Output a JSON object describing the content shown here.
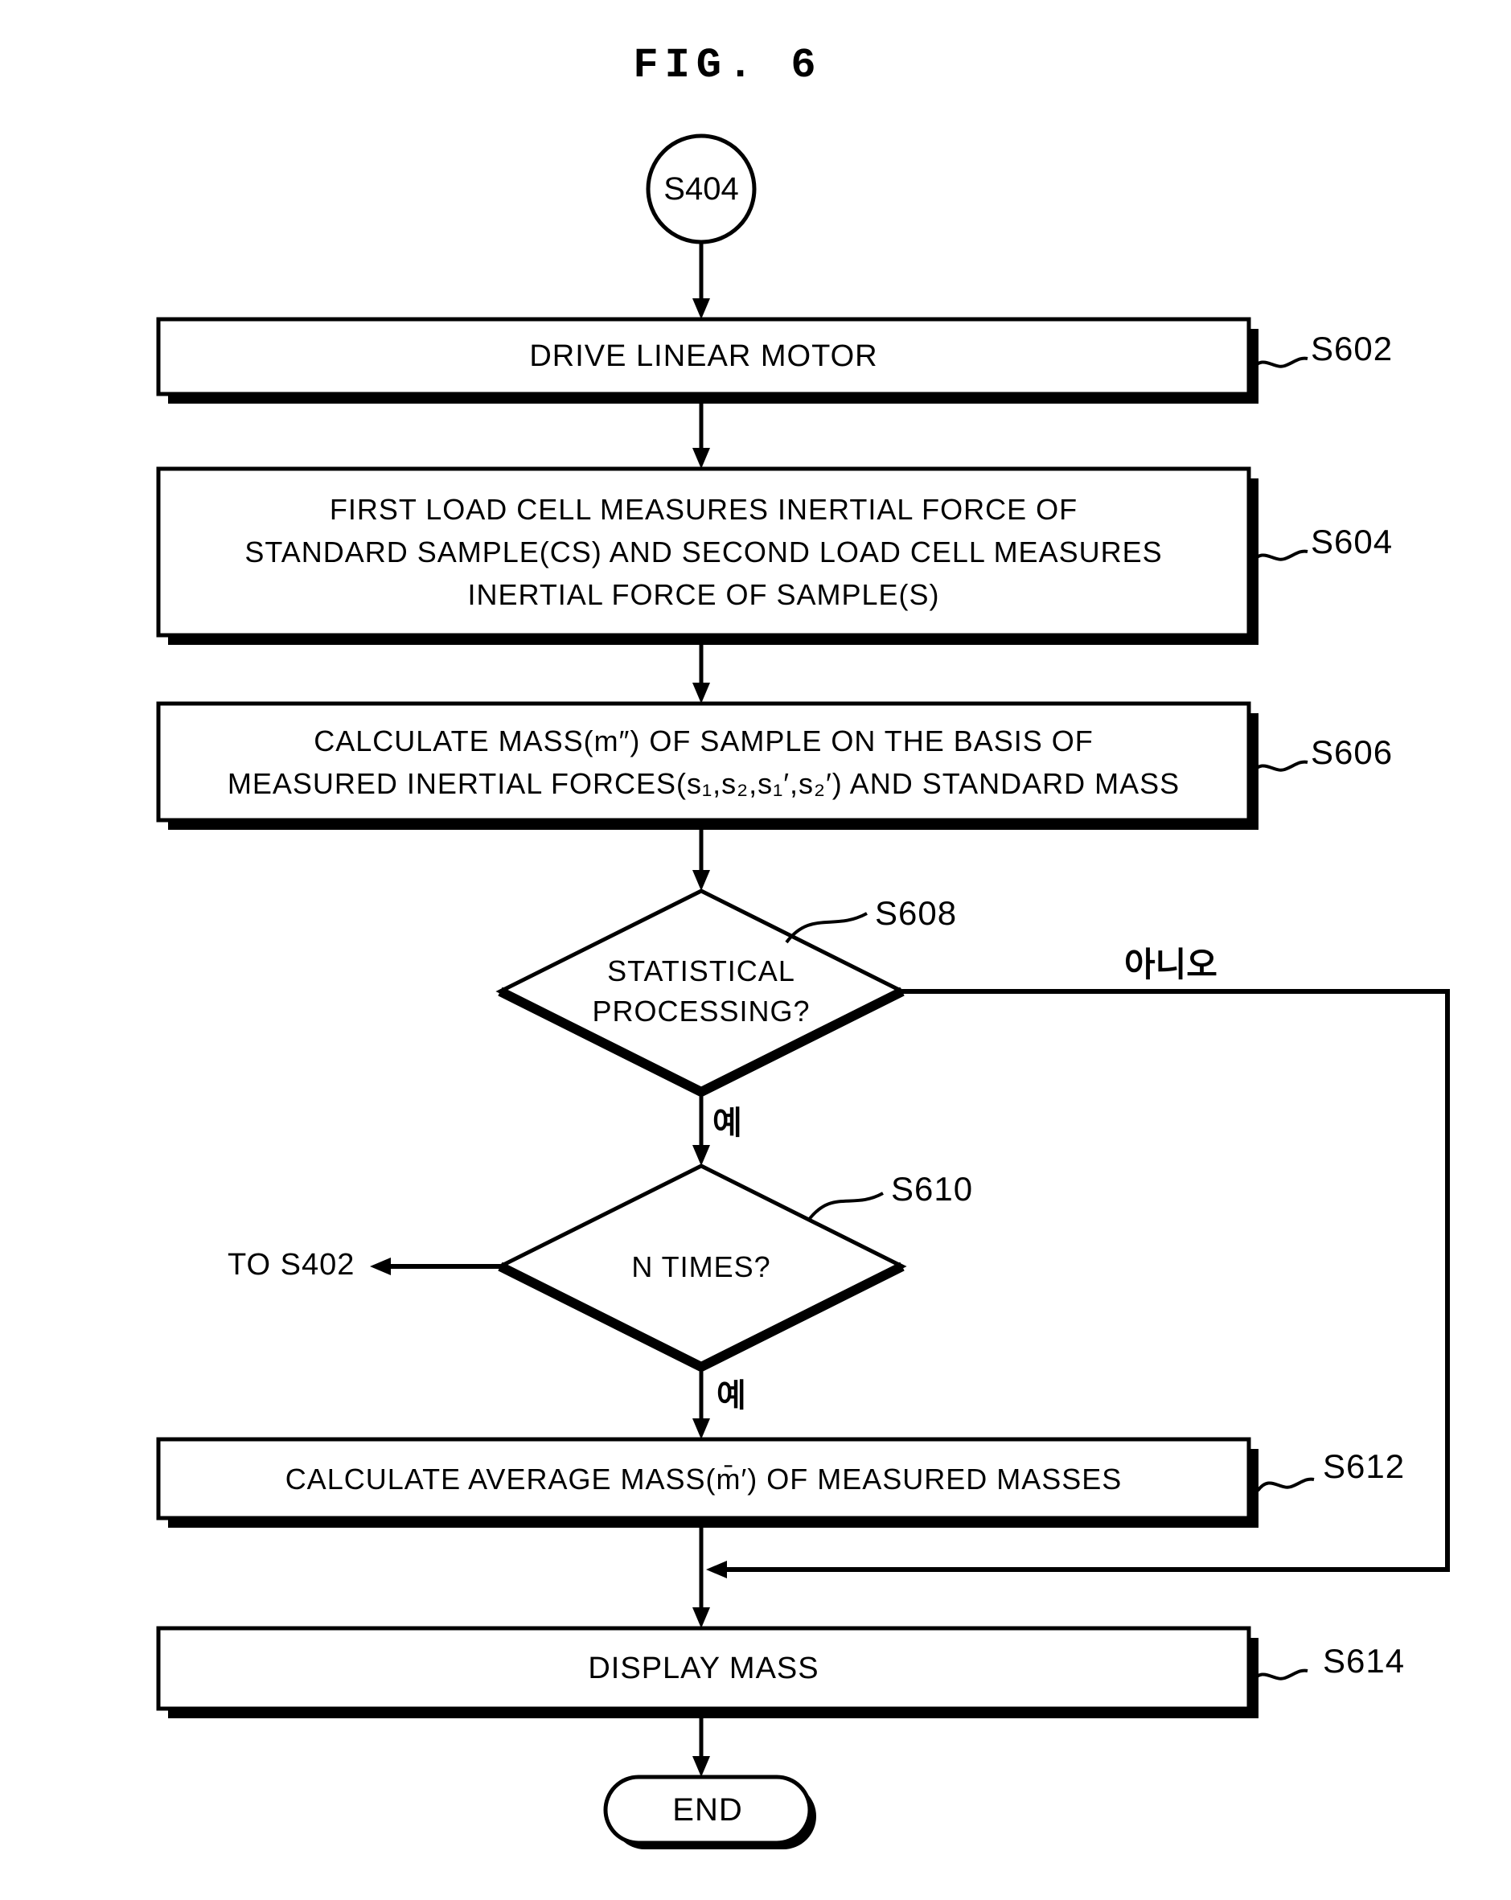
{
  "figure_title": "FIG. 6",
  "start": {
    "label": "S404"
  },
  "steps": {
    "drive_motor": {
      "text": "DRIVE LINEAR MOTOR",
      "ref": "S602"
    },
    "measure": {
      "line1": "FIRST LOAD CELL MEASURES INERTIAL FORCE OF",
      "line2": "STANDARD SAMPLE(CS) AND SECOND LOAD CELL MEASURES",
      "line3": "INERTIAL FORCE OF SAMPLE(S)",
      "ref": "S604"
    },
    "calc_mass": {
      "line1": "CALCULATE MASS(m″) OF SAMPLE ON THE BASIS OF",
      "line2": "MEASURED INERTIAL FORCES(s₁,s₂,s₁′,s₂′) AND STANDARD MASS",
      "ref": "S606"
    },
    "calc_avg": {
      "text": "CALCULATE AVERAGE MASS(m̄′) OF MEASURED MASSES",
      "ref": "S612"
    },
    "display": {
      "text": "DISPLAY MASS",
      "ref": "S614"
    }
  },
  "decisions": {
    "statistical": {
      "line1": "STATISTICAL",
      "line2": "PROCESSING?",
      "ref": "S608",
      "yes_label": "예",
      "no_label": "아니오"
    },
    "n_times": {
      "text": "N TIMES?",
      "ref": "S610",
      "yes_label": "예",
      "exit_label": "TO S402"
    }
  },
  "end": {
    "label": "END"
  }
}
